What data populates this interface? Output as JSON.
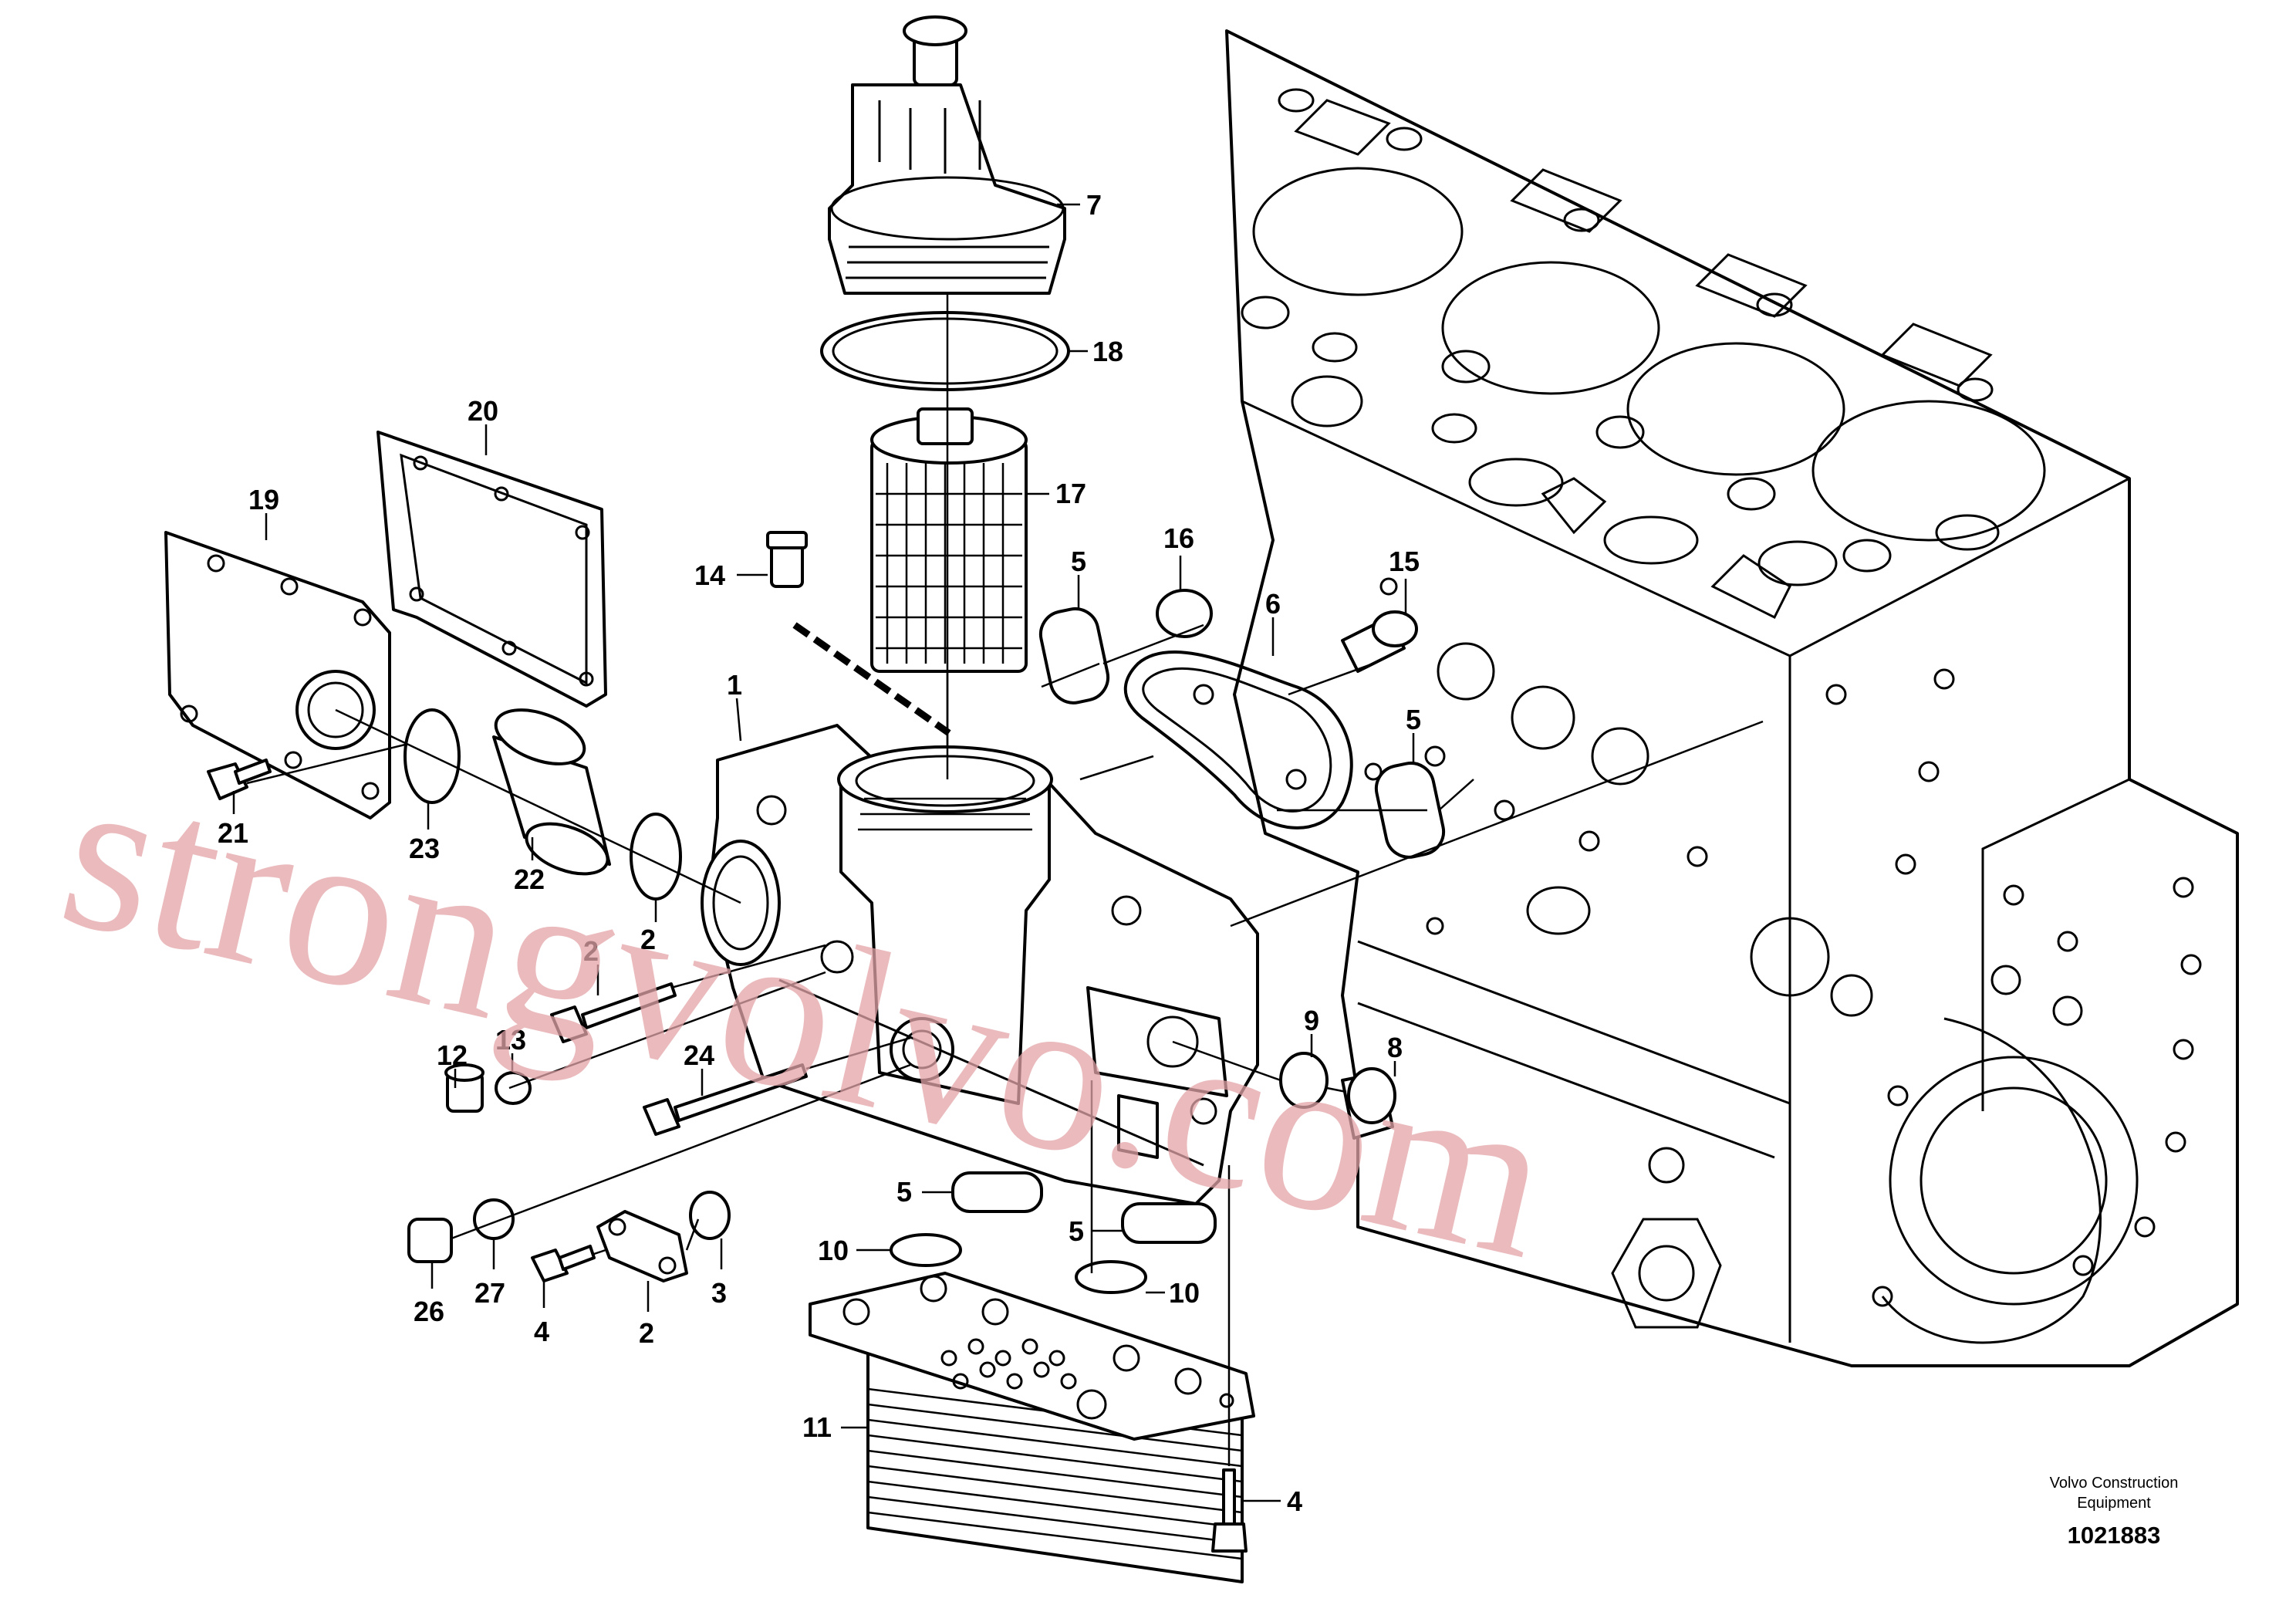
{
  "drawing": {
    "brand_line1": "Volvo Construction",
    "brand_line2": "Equipment",
    "drawing_number": "1021883",
    "watermark": "strongvolvo.com"
  },
  "callouts": [
    {
      "id": "c7",
      "text": "7"
    },
    {
      "id": "c18",
      "text": "18"
    },
    {
      "id": "c17",
      "text": "17"
    },
    {
      "id": "c20",
      "text": "20"
    },
    {
      "id": "c19",
      "text": "19"
    },
    {
      "id": "c14",
      "text": "14"
    },
    {
      "id": "c5a",
      "text": "5"
    },
    {
      "id": "c16",
      "text": "16"
    },
    {
      "id": "c15",
      "text": "15"
    },
    {
      "id": "c6",
      "text": "6"
    },
    {
      "id": "c5b",
      "text": "5"
    },
    {
      "id": "c1",
      "text": "1"
    },
    {
      "id": "c21",
      "text": "21"
    },
    {
      "id": "c23",
      "text": "23"
    },
    {
      "id": "c22",
      "text": "22"
    },
    {
      "id": "c2x",
      "text": "2"
    },
    {
      "id": "c2y",
      "text": "2"
    },
    {
      "id": "c12",
      "text": "12"
    },
    {
      "id": "c13",
      "text": "13"
    },
    {
      "id": "c24",
      "text": "24"
    },
    {
      "id": "c9",
      "text": "9"
    },
    {
      "id": "c8",
      "text": "8"
    },
    {
      "id": "c5c",
      "text": "5"
    },
    {
      "id": "c5d",
      "text": "5"
    },
    {
      "id": "c10a",
      "text": "10"
    },
    {
      "id": "c10b",
      "text": "10"
    },
    {
      "id": "c26",
      "text": "26"
    },
    {
      "id": "c27",
      "text": "27"
    },
    {
      "id": "c4a",
      "text": "4"
    },
    {
      "id": "c2",
      "text": "2"
    },
    {
      "id": "c3",
      "text": "3"
    },
    {
      "id": "c11",
      "text": "11"
    },
    {
      "id": "c4b",
      "text": "4"
    }
  ]
}
